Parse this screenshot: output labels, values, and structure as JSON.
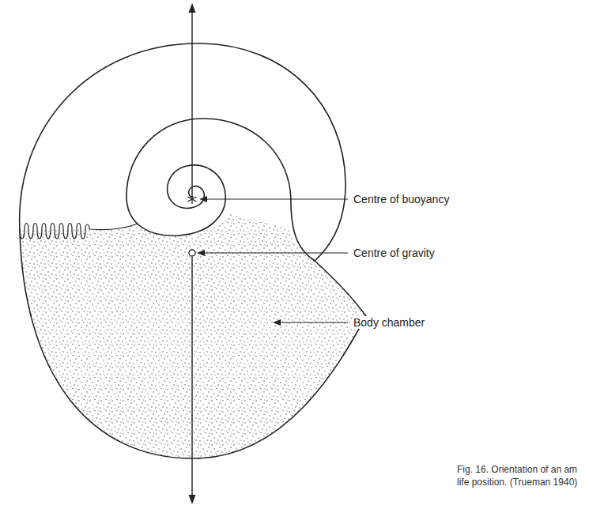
{
  "diagram": {
    "caption": "Fig. 16. Orientation of an am life position. (Trueman 1940)",
    "labels": [
      "Centre of buoyancy",
      "Centre of gravity",
      "Body chamber"
    ]
  }
}
